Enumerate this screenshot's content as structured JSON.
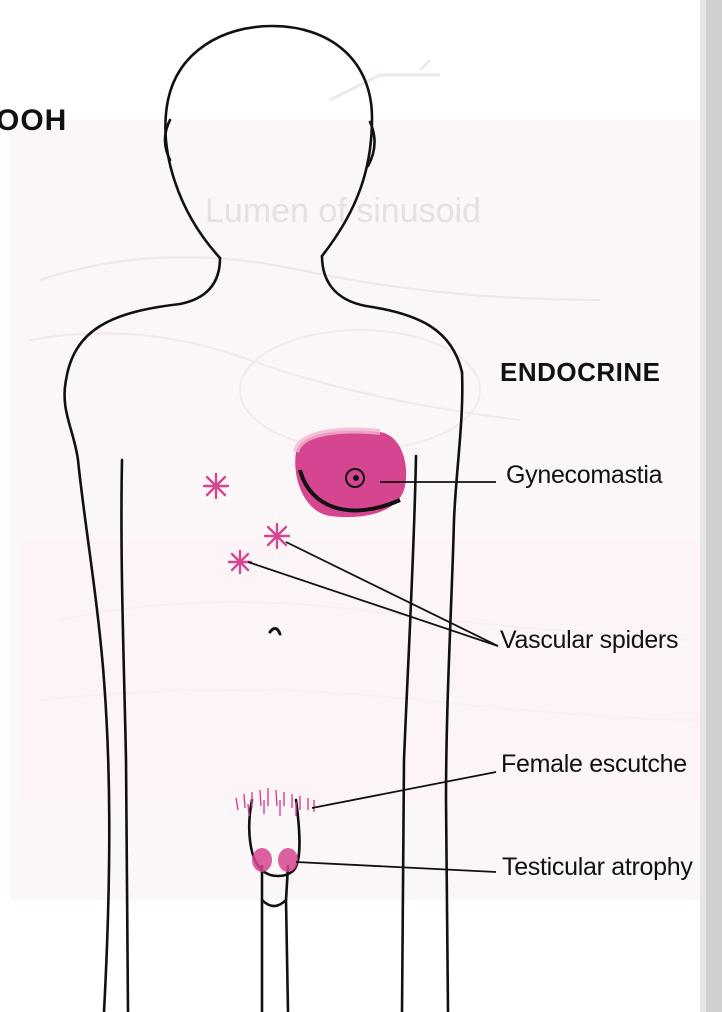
{
  "title_fragment": "OOH",
  "section_heading": "ENDOCRINE",
  "labels": {
    "gynecomastia": "Gynecomastia",
    "vascular_spiders": "Vascular spiders",
    "female_escutcheon": "Female escutche",
    "testicular_atrophy": "Testicular atrophy"
  },
  "background_watermark_text": "Lumen of sinusoid",
  "colors": {
    "highlight_magenta": "#d6458f",
    "highlight_light": "#f2b6d2",
    "outline": "#111111",
    "watermark": "#e7dfe2"
  }
}
